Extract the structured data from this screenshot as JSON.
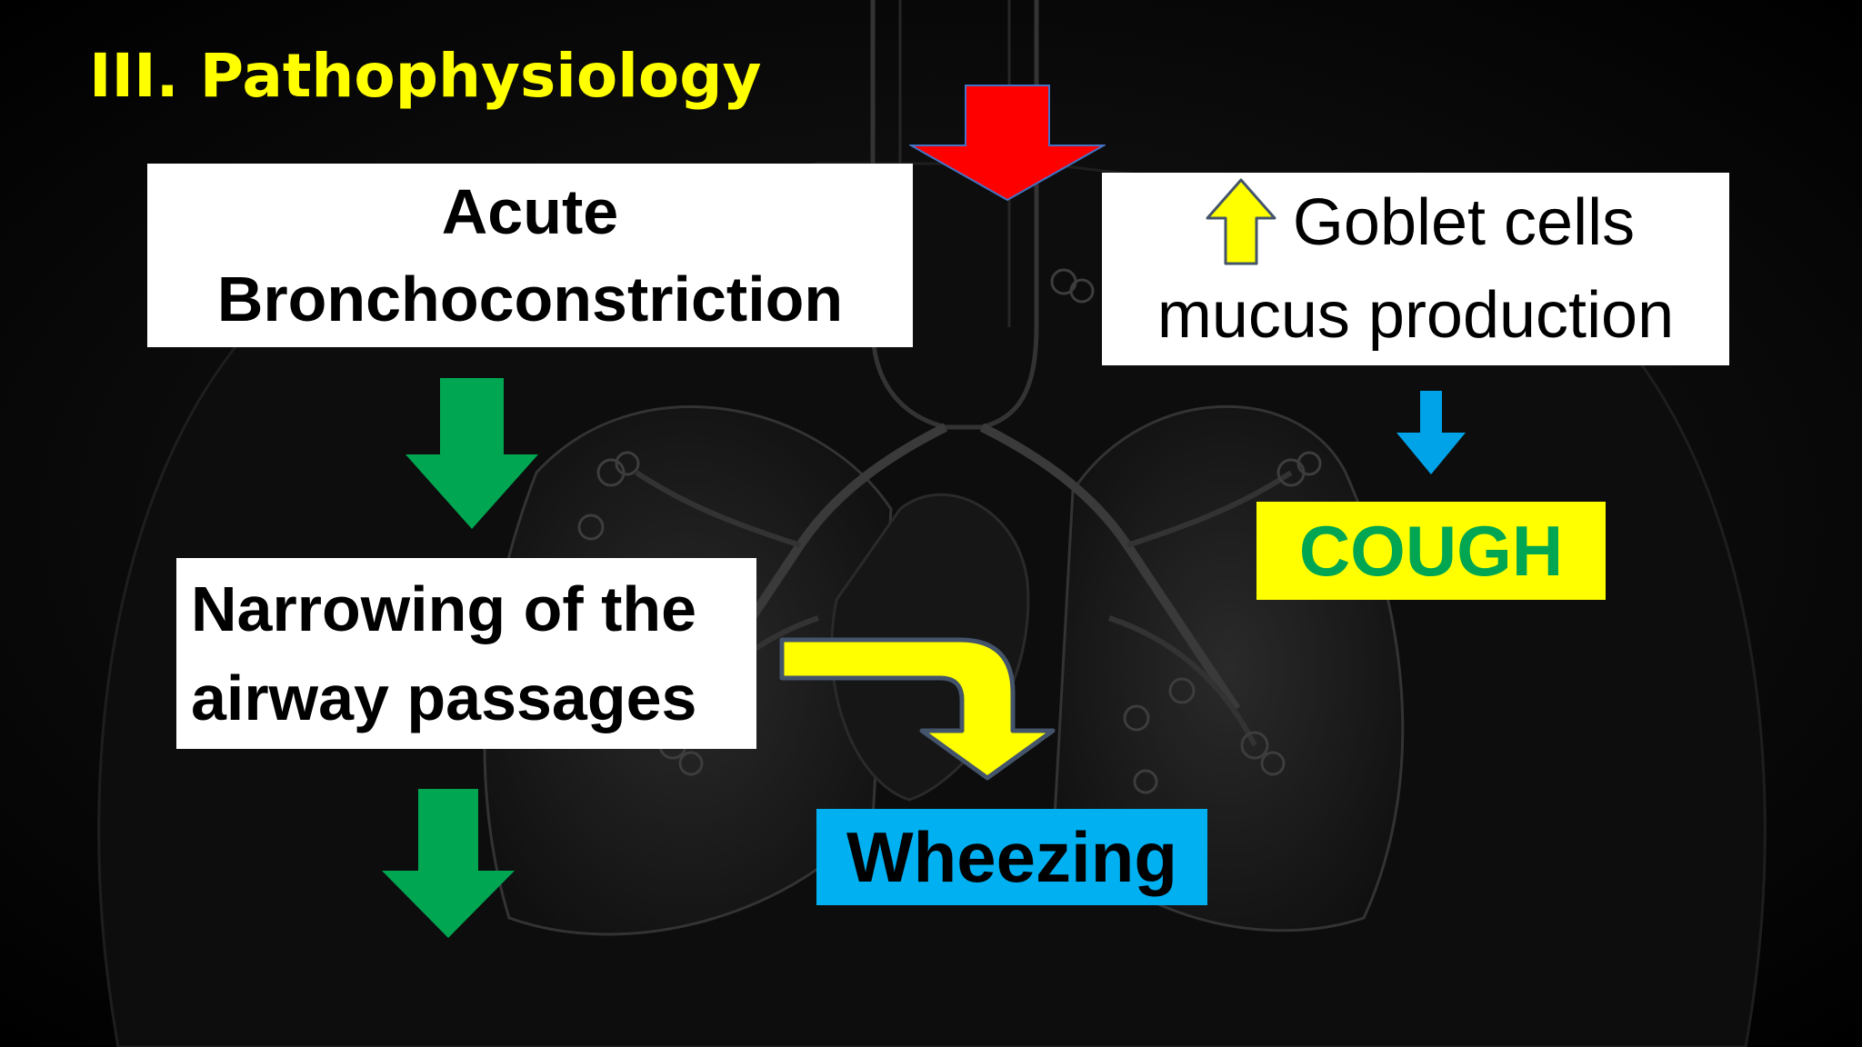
{
  "slide": {
    "title": "III. Pathophysiology"
  },
  "boxes": {
    "bronchoconstriction": {
      "line1": "Acute",
      "line2": "Bronchoconstriction"
    },
    "narrowing": {
      "line1": "Narrowing of the",
      "line2": "airway passages"
    },
    "goblet": {
      "line1": "Goblet cells",
      "line2": "mucus production"
    },
    "cough": {
      "label": "COUGH"
    },
    "wheezing": {
      "label": "Wheezing"
    }
  },
  "icons": {
    "top_arrow": "down-arrow-icon",
    "goblet_arrow": "up-arrow-icon",
    "cough_arrow": "down-arrow-icon",
    "flow_arrows": "down-arrow-icon",
    "wheezing_arrow": "bent-arrow-icon"
  },
  "colors": {
    "title": "#ffff00",
    "red_arrow": "#ff0000",
    "green_arrow": "#00a651",
    "blue_arrow": "#00a2e8",
    "yellow_arrow": "#ffff00",
    "cough_bg": "#ffff00",
    "cough_text": "#00a651",
    "wheezing_bg": "#00b0f0"
  }
}
